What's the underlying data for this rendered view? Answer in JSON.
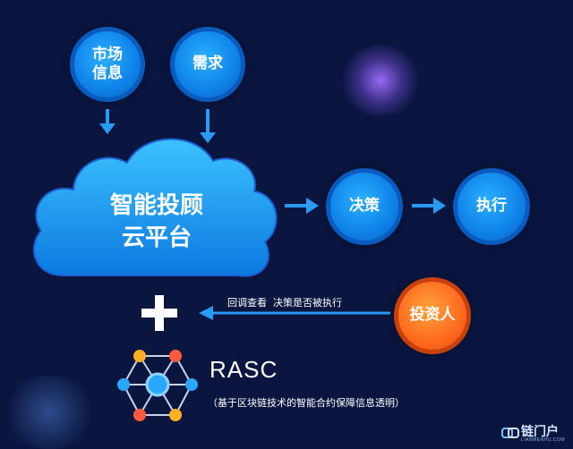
{
  "nodes": {
    "market_info": "市场\n信息",
    "demand": "需求",
    "platform": "智能投顾\n云平台",
    "decision": "决策",
    "execute": "执行",
    "investor": "投资人"
  },
  "feedback_label": "回调查看  决策是否被执行",
  "rasc": {
    "title": "RASC",
    "subtitle": "（基于区块链技术的智能合约保障信息透明）"
  },
  "watermark": {
    "brand": "链门户",
    "domain": "LIANMENHU.COM"
  },
  "colors": {
    "background": "#0a1640",
    "node_blue": "#1a96f5",
    "node_orange": "#ff7a22",
    "arrow": "#2a9bf5",
    "cloud": "#1fa8f8"
  }
}
